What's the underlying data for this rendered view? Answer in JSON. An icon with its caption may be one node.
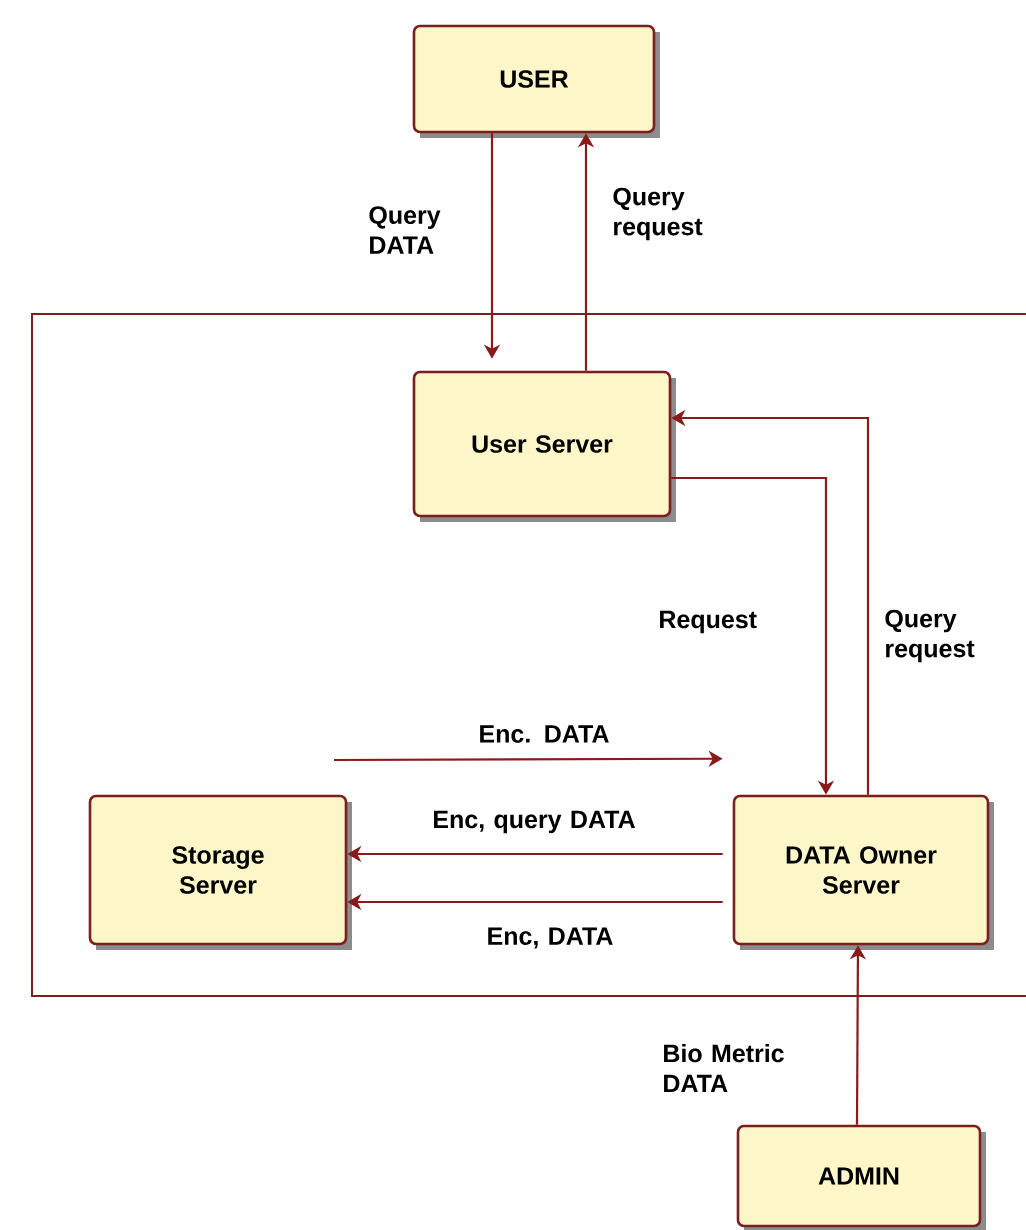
{
  "diagram": {
    "nodes": [
      {
        "text": [
          "USER"
        ]
      },
      {
        "text": [],
        "shape": "box"
      },
      {
        "text": [
          "User Server"
        ],
        "in": 1
      },
      {
        "text": [
          "Storage Server"
        ],
        "in": 1
      },
      {
        "text": [
          "DATA Owner Server"
        ],
        "in": 1
      },
      {
        "text": [
          "ADMIN"
        ]
      }
    ],
    "edges": [
      {
        "from": 0,
        "to": 2,
        "arrow": "to",
        "label": "Query DATA"
      },
      {
        "from": 2,
        "to": 0,
        "arrow": "to",
        "label": "Query request"
      },
      {
        "from": 2,
        "to": 4,
        "arrow": "to",
        "label": "Request"
      },
      {
        "from": 4,
        "to": 2,
        "arrow": "to",
        "label": "Query request"
      },
      {
        "from": null,
        "to": 4,
        "arrow": "to",
        "label": "Enc. DATA"
      },
      {
        "from": 4,
        "to": 3,
        "arrow": "to",
        "label": "Enc, query DATA"
      },
      {
        "from": 4,
        "to": 3,
        "arrow": "to",
        "label": "Enc, DATA"
      },
      {
        "from": 5,
        "to": 4,
        "arrow": "to",
        "label": "Bio Metric DATA"
      }
    ]
  }
}
